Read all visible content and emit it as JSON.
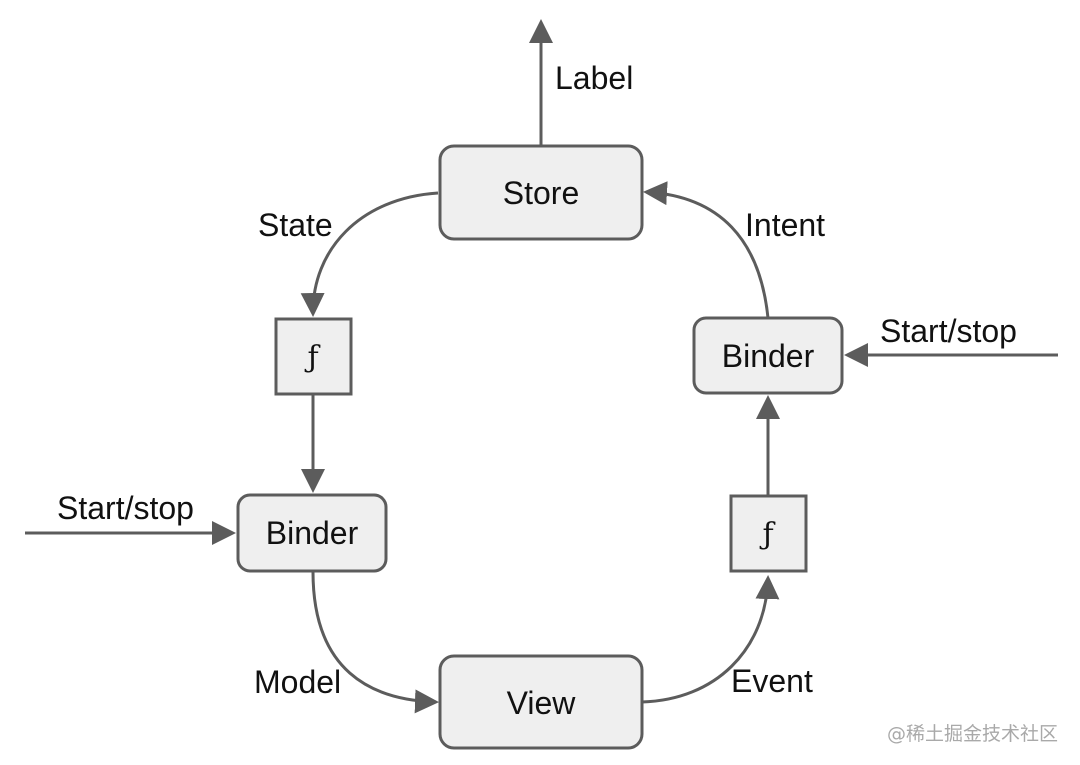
{
  "nodes": {
    "store": "Store",
    "binder_right": "Binder",
    "binder_left": "Binder",
    "view": "View",
    "func_left": "ƒ",
    "func_right": "ƒ"
  },
  "edges": {
    "label_out": "Label",
    "state": "State",
    "intent": "Intent",
    "start_stop_right": "Start/stop",
    "start_stop_left": "Start/stop",
    "model": "Model",
    "event": "Event"
  },
  "watermark": "@稀土掘金技术社区",
  "colors": {
    "node_fill": "#efefef",
    "stroke": "#5c5c5c",
    "text": "#111111"
  }
}
